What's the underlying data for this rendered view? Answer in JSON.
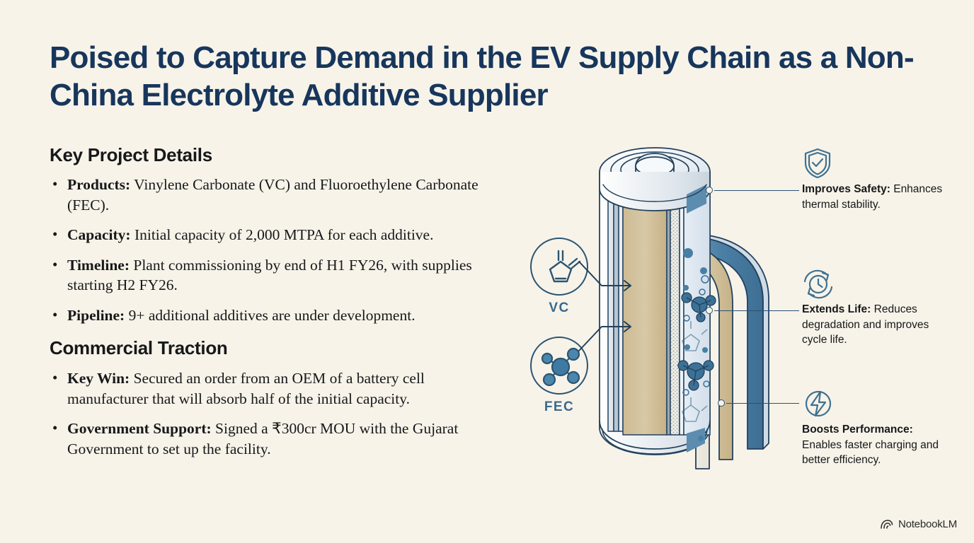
{
  "title": "Poised to Capture Demand in the EV Supply Chain as a Non-China Electrolyte Additive Supplier",
  "colors": {
    "background": "#f7f3e9",
    "title_navy": "#17365c",
    "body_text": "#17181a",
    "accent_blue": "#2c5571",
    "icon_blue": "#3f7190",
    "electrode_tan": "#d4c3a0",
    "electrolyte_blue": "#dde6ef",
    "roll_steel_blue": "#4a7fa5",
    "casing_silver": "#dfe5ea"
  },
  "sections": [
    {
      "heading": "Key Project Details",
      "bullets": [
        {
          "label": "Products:",
          "text": " Vinylene Carbonate (VC) and Fluoroethylene Carbonate (FEC)."
        },
        {
          "label": "Capacity:",
          "text": " Initial capacity of 2,000 MTPA for each additive."
        },
        {
          "label": "Timeline:",
          "text": " Plant commissioning by end of H1 FY26, with supplies starting H2 FY26."
        },
        {
          "label": "Pipeline:",
          "text": " 9+ additional additives are under development."
        }
      ]
    },
    {
      "heading": "Commercial Traction",
      "bullets": [
        {
          "label": "Key Win:",
          "text": " Secured an order from an OEM of a battery cell manufacturer that will absorb half of the initial capacity."
        },
        {
          "label": "Government Support:",
          "text": " Signed a ₹300cr MOU with the Gujarat Government to set up the facility."
        }
      ]
    }
  ],
  "diagram": {
    "alt": "Cutaway cylindrical lithium-ion battery cell showing unrolled electrode layers, separator and electrolyte containing additive molecules",
    "badges": [
      {
        "id": "vc",
        "label": "VC",
        "icon": "vinylene-carbonate-ring-icon"
      },
      {
        "id": "fec",
        "label": "FEC",
        "icon": "fluoroethylene-carbonate-molecule-icon"
      }
    ],
    "annotations": [
      {
        "id": "safety",
        "icon": "shield-check-icon",
        "label": "Improves Safety:",
        "text": " Enhances thermal stability."
      },
      {
        "id": "life",
        "icon": "clock-cycle-icon",
        "label": "Extends Life:",
        "text": " Reduces degradation and improves cycle life."
      },
      {
        "id": "performance",
        "icon": "lightning-bolt-circle-icon",
        "label": "Boosts Performance:",
        "text": " Enables faster charging and better efficiency."
      }
    ]
  },
  "watermark": {
    "icon": "notebooklm-icon",
    "label": "NotebookLM"
  }
}
